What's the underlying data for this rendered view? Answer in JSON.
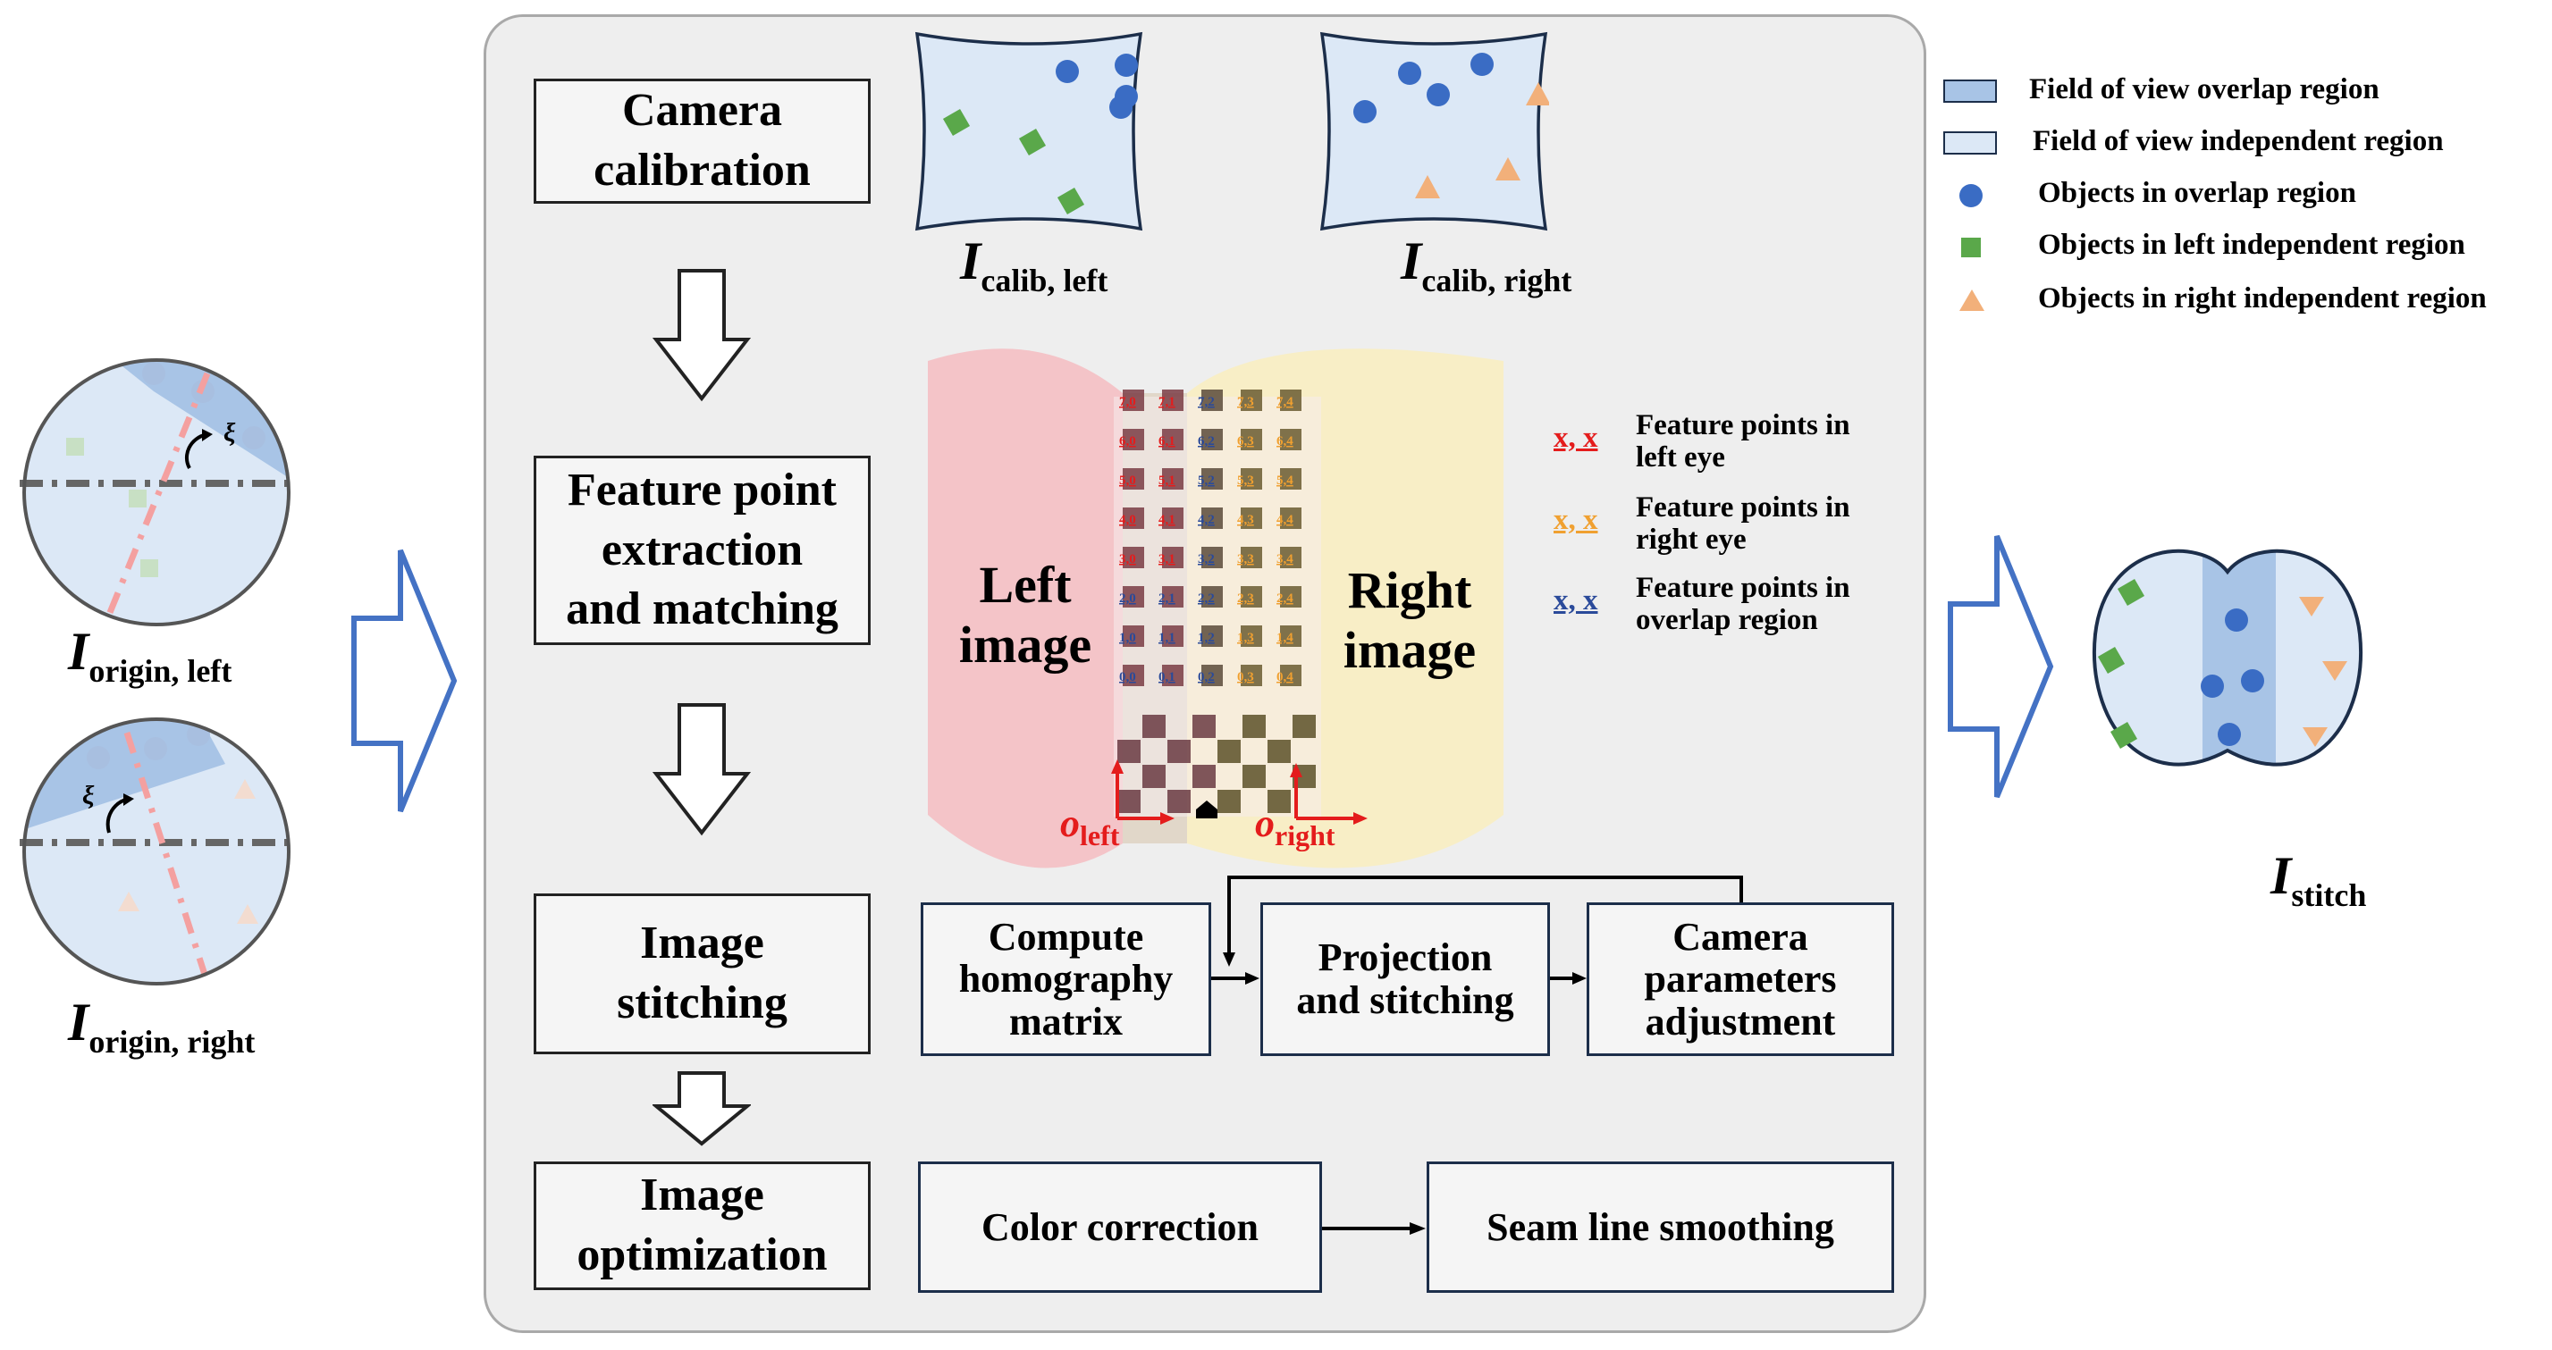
{
  "steps": [
    {
      "label": "Camera\ncalibration"
    },
    {
      "label": "Feature point\nextraction\nand matching"
    },
    {
      "label": "Image\nstitching"
    },
    {
      "label": "Image\noptimization"
    }
  ],
  "stitching_substeps": [
    {
      "label": "Compute\nhomography\nmatrix"
    },
    {
      "label": "Projection\nand stitching"
    },
    {
      "label": "Camera\nparameters\nadjustment"
    }
  ],
  "optimization_substeps": [
    {
      "label": "Color correction"
    },
    {
      "label": "Seam line smoothing"
    }
  ],
  "images": {
    "origin_left": {
      "main": "I",
      "sub": "origin, left"
    },
    "origin_right": {
      "main": "I",
      "sub": "origin, right"
    },
    "calib_left": {
      "main": "I",
      "sub": "calib, left"
    },
    "calib_right": {
      "main": "I",
      "sub": "calib, right"
    },
    "stitch": {
      "main": "I",
      "sub": "stitch"
    }
  },
  "xi_symbol": "ξ",
  "matching": {
    "left_image": "Left\nimage",
    "right_image": "Right\nimage",
    "origin_left": {
      "main": "o",
      "sub": "left"
    },
    "origin_right": {
      "main": "o",
      "sub": "right"
    },
    "grid_rows": [
      [
        "7,0",
        "7,1",
        "7,2",
        "7,3",
        "7,4"
      ],
      [
        "6,0",
        "6,1",
        "6,2",
        "6,3",
        "6,4"
      ],
      [
        "5,0",
        "5,1",
        "5,2",
        "5,3",
        "5,4"
      ],
      [
        "4,0",
        "4,1",
        "4,2",
        "4,3",
        "4,4"
      ],
      [
        "3,0",
        "3,1",
        "3,2",
        "3,3",
        "3,4"
      ],
      [
        "2,0",
        "2,1",
        "2,2",
        "2,3",
        "2,4"
      ],
      [
        "1,0",
        "1,1",
        "1,2",
        "1,3",
        "1,4"
      ],
      [
        "0,0",
        "0,1",
        "0,2",
        "0,3",
        "0,4"
      ]
    ]
  },
  "feature_legend": [
    {
      "symbol": "x, x",
      "text": "Feature points in\nleft eye",
      "color": "#e41c1c"
    },
    {
      "symbol": "x, x",
      "text": "Feature points in\nright eye",
      "color": "#f0a030"
    },
    {
      "symbol": "x, x",
      "text": "Feature points in\noverlap region",
      "color": "#2a4a9a"
    }
  ],
  "legend": [
    {
      "text": "Field of view overlap region",
      "color": "#a8c4e6"
    },
    {
      "text": "Field of view independent region",
      "color": "#dce8f6"
    },
    {
      "text": "Objects in overlap region",
      "color": "#3a6cc4"
    },
    {
      "text": "Objects in left independent region",
      "color": "#5aa84a"
    },
    {
      "text": "Objects in right independent region",
      "color": "#f2b07a"
    }
  ],
  "colors": {
    "overlap": "#a8c4e6",
    "independent": "#dce8f6",
    "overlap_obj": "#3a6cc4",
    "left_obj": "#5aa84a",
    "right_obj": "#f2b07a",
    "arrow_blue": "#4472c4",
    "left_eye_red": "#e41c1c",
    "right_eye_orange": "#f0a030",
    "overlap_blue": "#2a4a9a"
  }
}
